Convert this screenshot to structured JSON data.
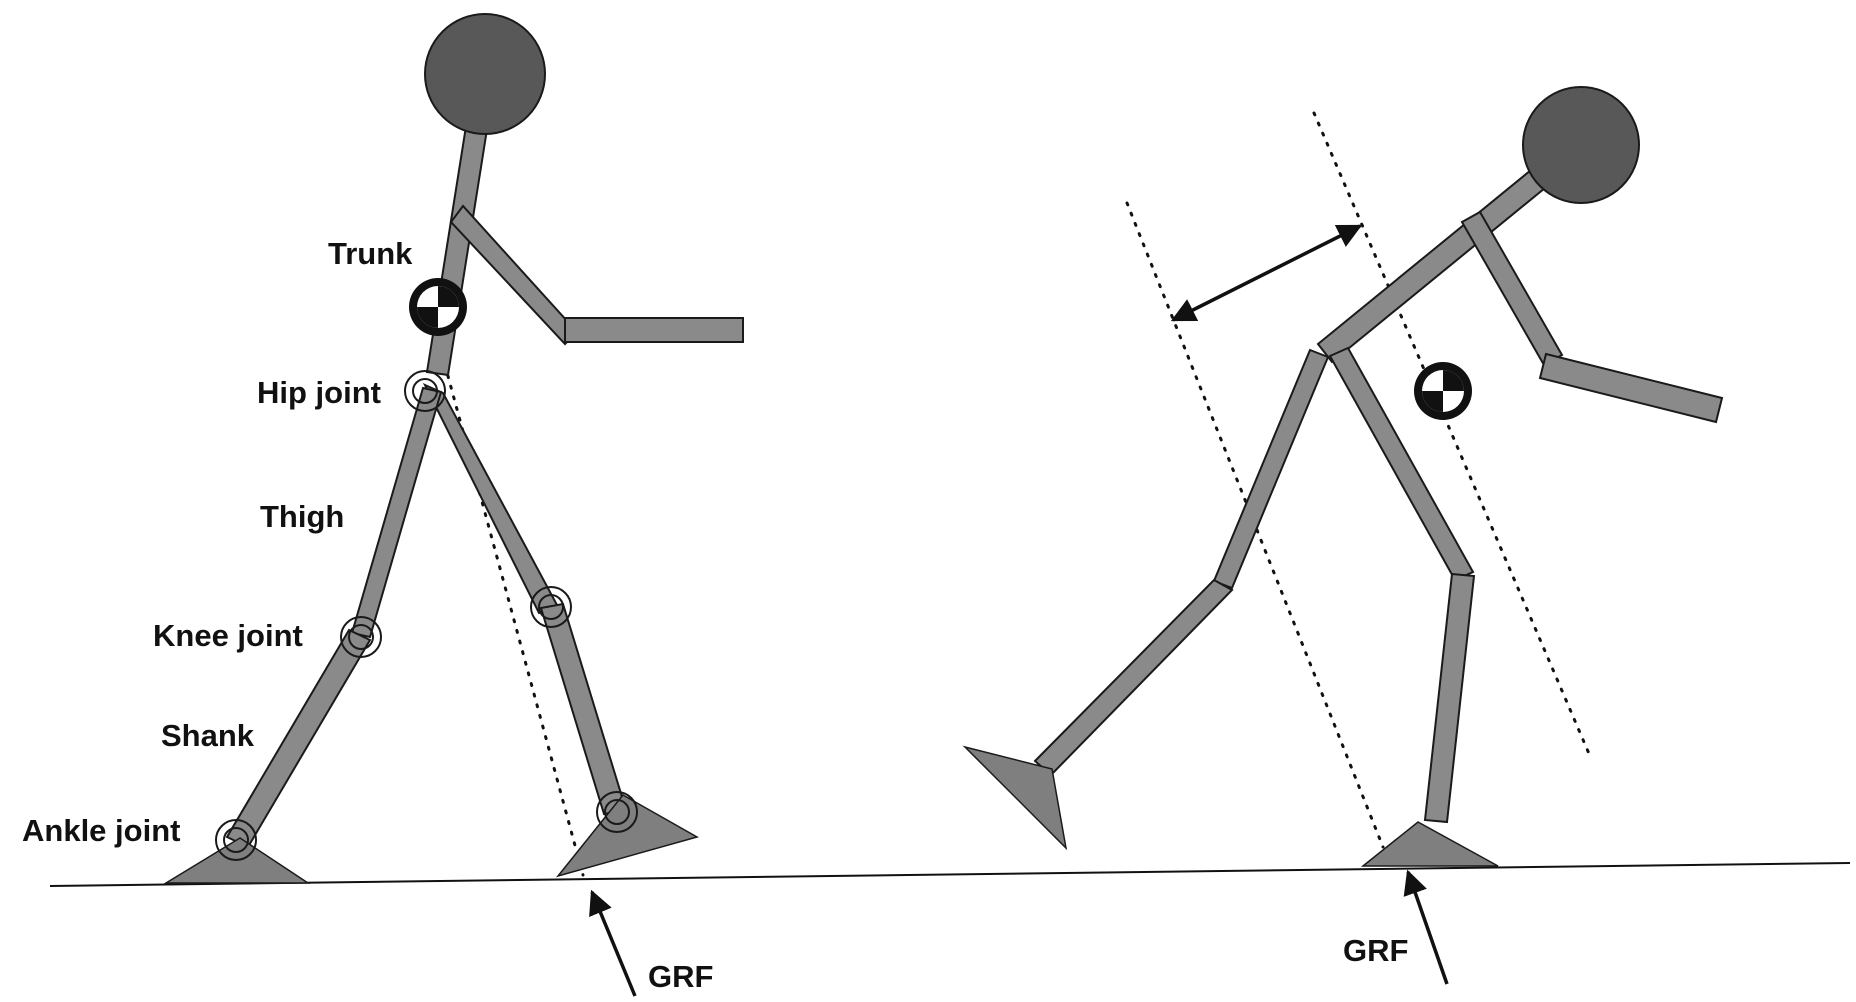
{
  "labels": {
    "trunk": "Trunk",
    "hip_joint": "Hip joint",
    "thigh": "Thigh",
    "knee_joint": "Knee joint",
    "shank": "Shank",
    "ankle_joint": "Ankle joint",
    "grf_left": "GRF",
    "grf_right": "GRF"
  },
  "colors": {
    "segment_fill": "#8a8a8a",
    "head_fill": "#585858",
    "outline": "#1a1a1a",
    "background": "#ffffff"
  },
  "icons": {
    "center_of_mass": "center-of-mass-icon",
    "joint": "joint-ring-icon",
    "arrow": "arrow-icon"
  }
}
